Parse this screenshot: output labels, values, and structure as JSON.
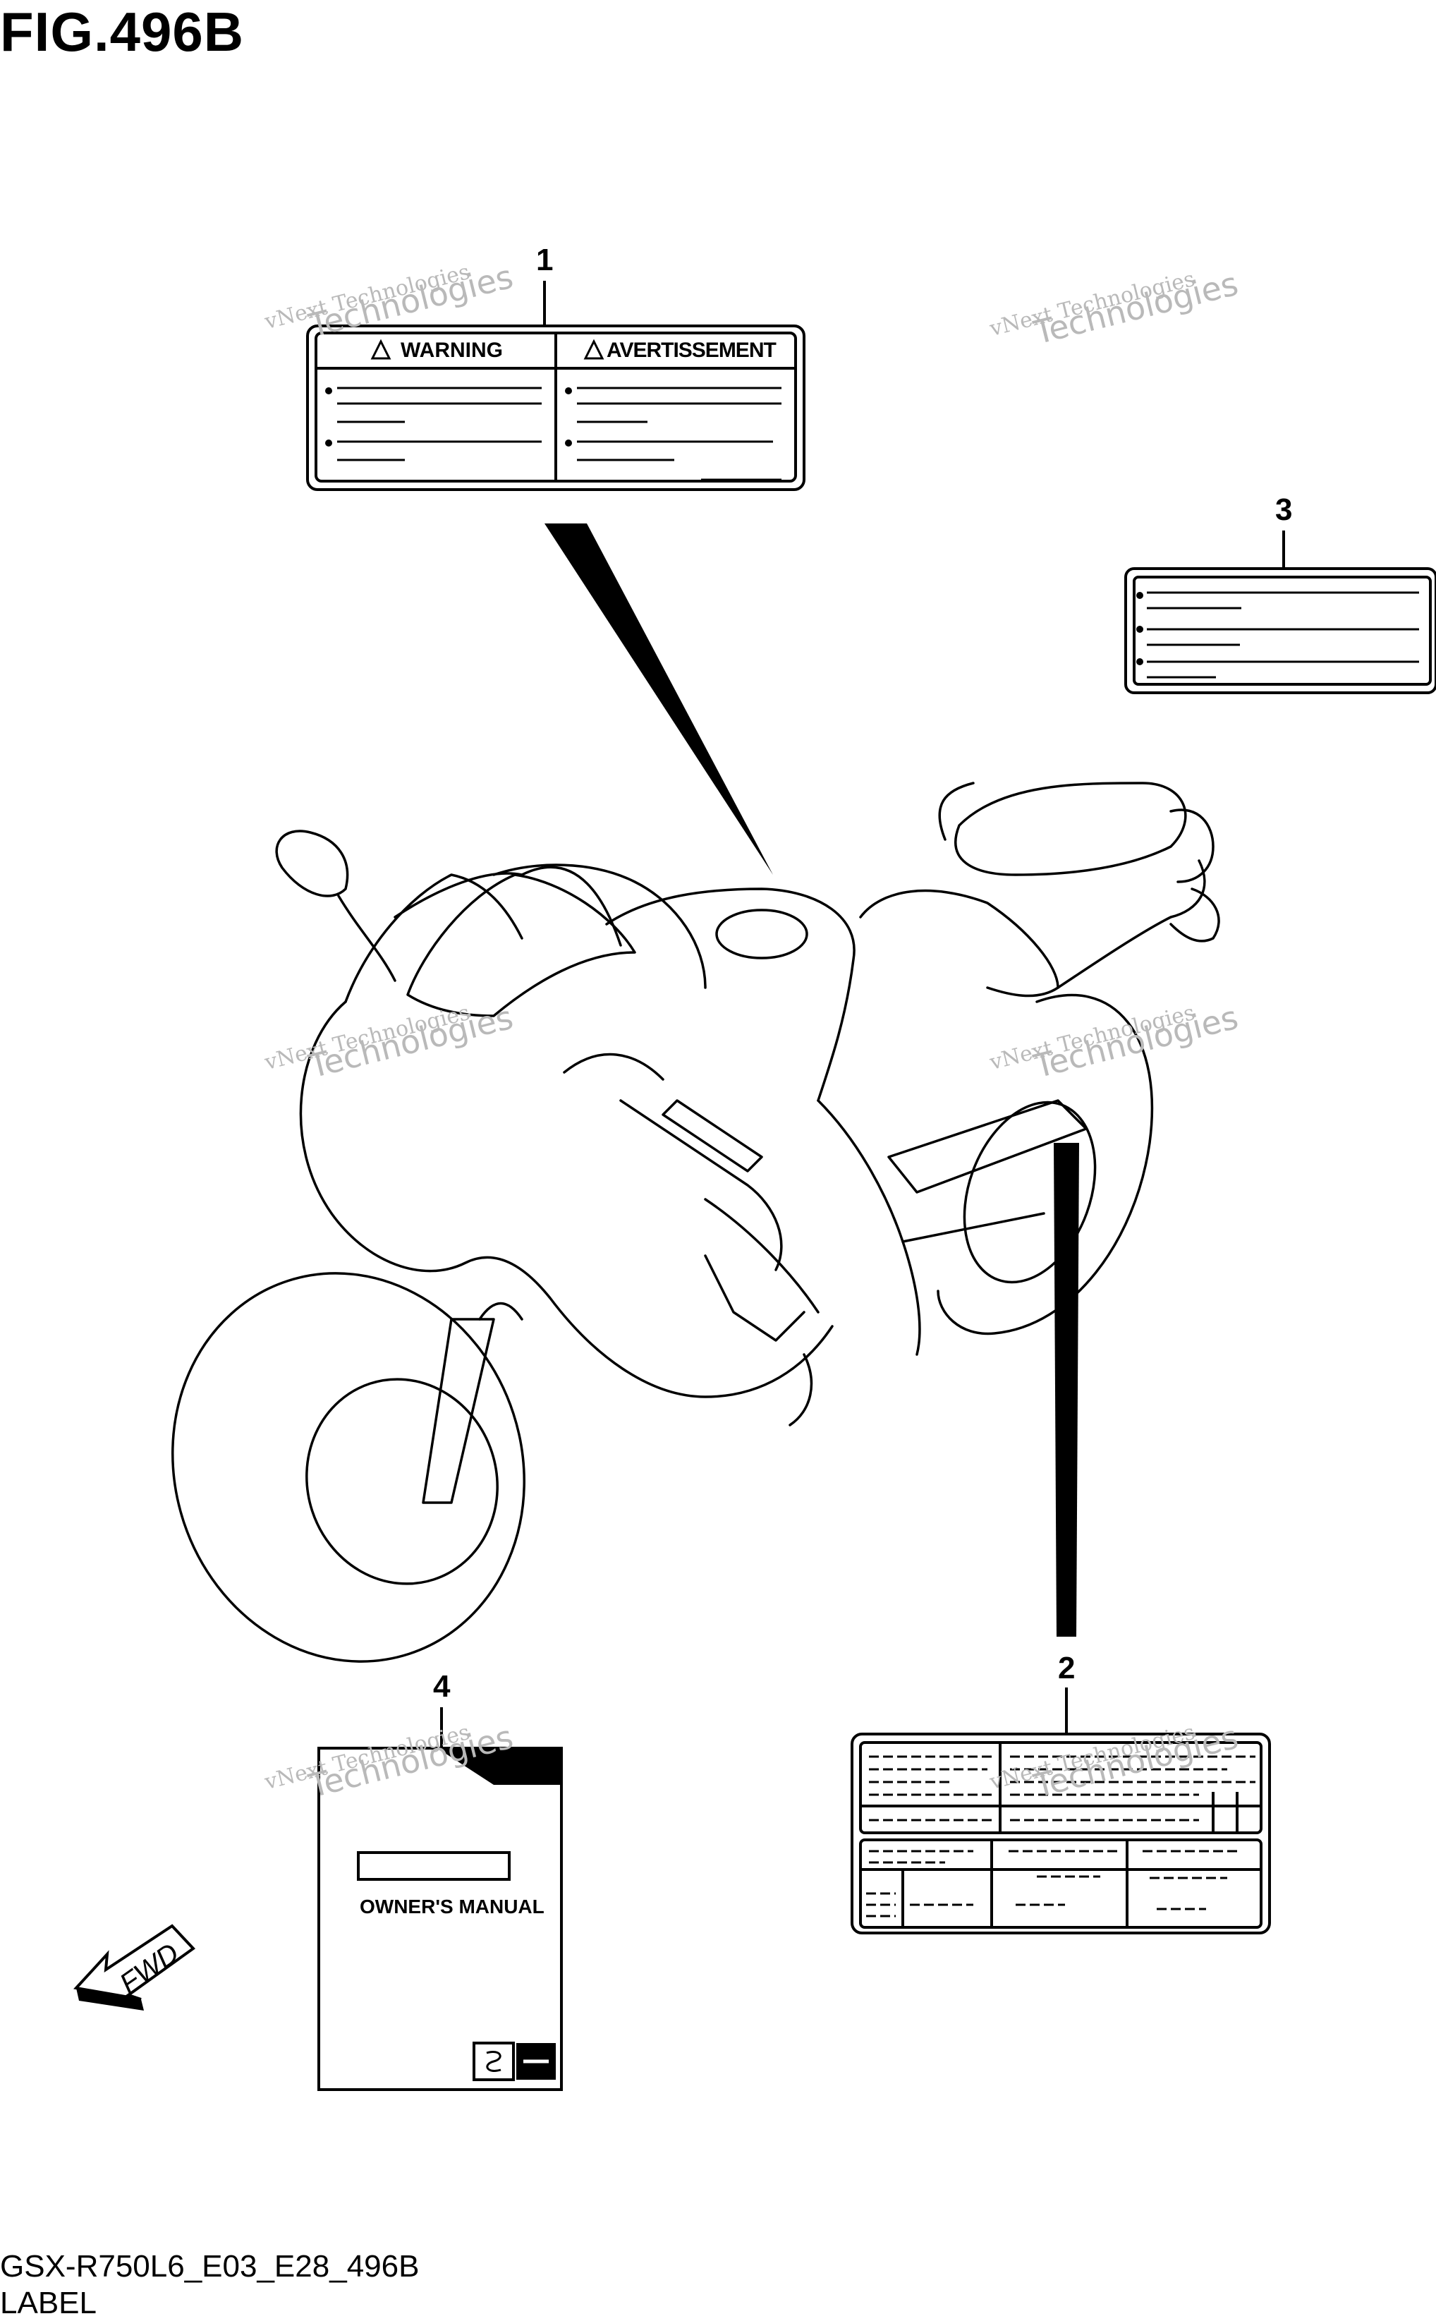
{
  "figure": {
    "title": "FIG.496B",
    "code": "GSX-R750L6_E03_E28_496B",
    "name": "LABEL"
  },
  "callouts": [
    "1",
    "2",
    "3",
    "4"
  ],
  "label1": {
    "left_heading": "WARNING",
    "right_heading": "AVERTISSEMENT"
  },
  "label4": {
    "manual_text": "OWNER'S MANUAL"
  },
  "fwd": {
    "text": "FWD"
  },
  "watermark": {
    "line1": "vNext Technologies",
    "line2": "Technologies",
    "line0": "vNext"
  }
}
